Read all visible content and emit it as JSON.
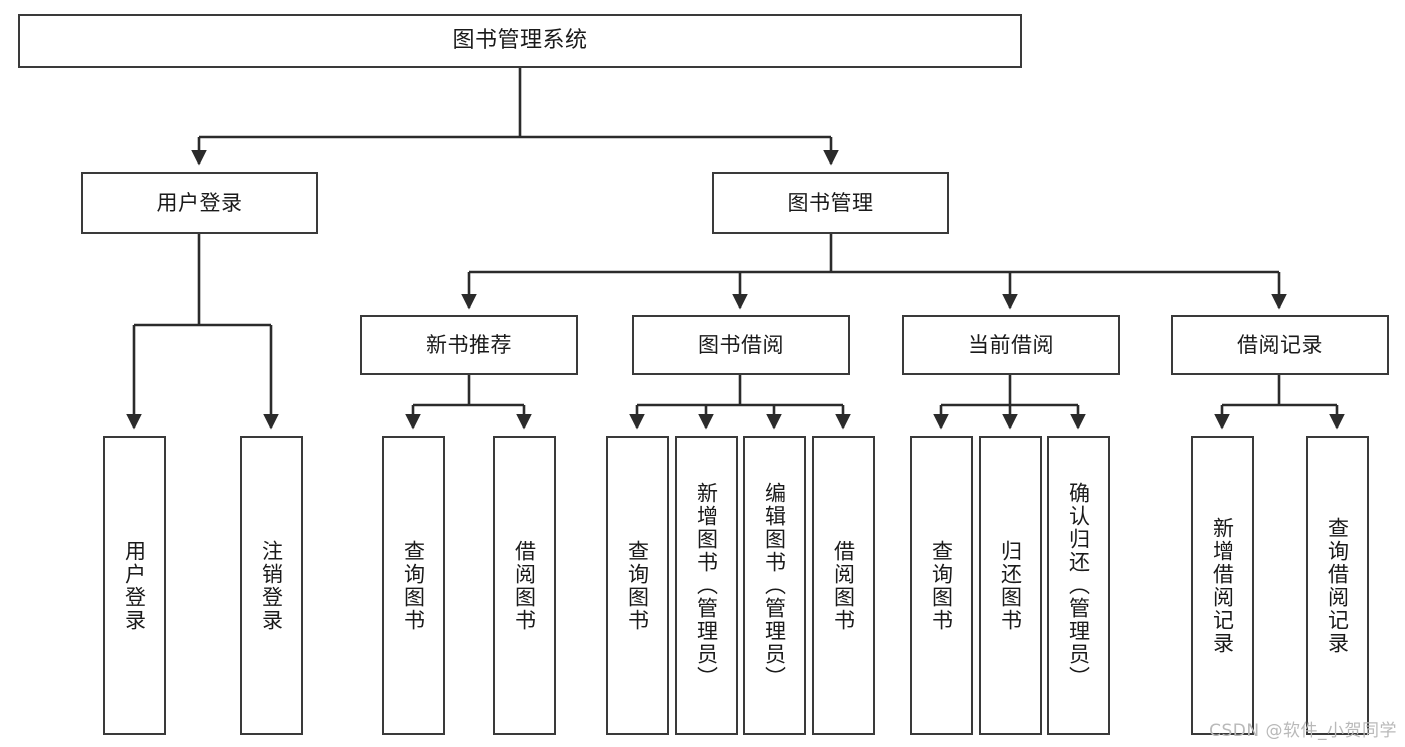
{
  "diagram": {
    "title": "图书管理系统",
    "type": "tree-hierarchy-chart",
    "colors": {
      "box_border": "#3a3a3a",
      "box_fill": "#ffffff",
      "edge": "#2b2b2b",
      "text": "#1a1a1a",
      "watermark": "#b9b9b9"
    },
    "root": {
      "id": "root",
      "label": "图书管理系统"
    },
    "level1": [
      {
        "id": "l1-user-login",
        "label": "用户登录"
      },
      {
        "id": "l1-book-manage",
        "label": "图书管理"
      }
    ],
    "level2": [
      {
        "id": "l2-new-book-rec",
        "label": "新书推荐"
      },
      {
        "id": "l2-book-borrow",
        "label": "图书借阅"
      },
      {
        "id": "l2-current-borrow",
        "label": "当前借阅"
      },
      {
        "id": "l2-borrow-record",
        "label": "借阅记录"
      }
    ],
    "leaves": {
      "user_login": [
        {
          "id": "leaf-user-login",
          "label": "用户登录"
        },
        {
          "id": "leaf-logout-login",
          "label": "注销登录"
        }
      ],
      "new_book_rec": [
        {
          "id": "leaf-query-book-1",
          "label": "查询图书"
        },
        {
          "id": "leaf-borrow-book-1",
          "label": "借阅图书"
        }
      ],
      "book_borrow": [
        {
          "id": "leaf-query-book-2",
          "label": "查询图书"
        },
        {
          "id": "leaf-add-book",
          "label": "新增图书（管理员）"
        },
        {
          "id": "leaf-edit-book",
          "label": "编辑图书（管理员）"
        },
        {
          "id": "leaf-borrow-book-2",
          "label": "借阅图书"
        }
      ],
      "current_borrow": [
        {
          "id": "leaf-query-book-3",
          "label": "查询图书"
        },
        {
          "id": "leaf-return-book",
          "label": "归还图书"
        },
        {
          "id": "leaf-confirm-return",
          "label": "确认归还（管理员）"
        }
      ],
      "borrow_record": [
        {
          "id": "leaf-add-record",
          "label": "新增借阅记录"
        },
        {
          "id": "leaf-query-record",
          "label": "查询借阅记录"
        }
      ]
    },
    "watermark": "CSDN @软件_小贺同学"
  }
}
